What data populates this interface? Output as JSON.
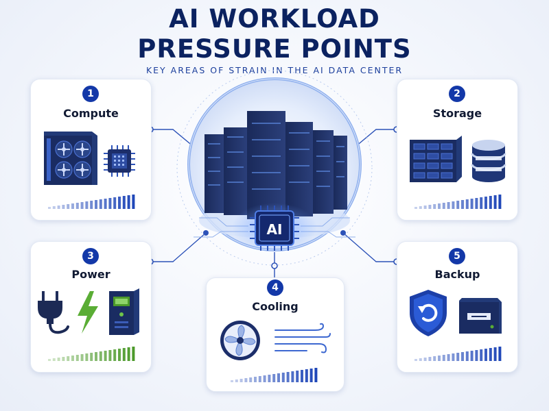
{
  "title": {
    "line1": "AI WORKLOAD",
    "line2": "PRESSURE POINTS"
  },
  "subtitle": "KEY AREAS OF STRAIN IN THE AI DATA CENTER",
  "hub": {
    "label": "AI"
  },
  "cards": [
    {
      "number": "1",
      "label": "Compute",
      "icons": [
        "gpu-server-icon",
        "processor-chip-icon"
      ],
      "meter_color": "#1f47b8"
    },
    {
      "number": "2",
      "label": "Storage",
      "icons": [
        "storage-array-icon",
        "database-icon"
      ],
      "meter_color": "#1f47b8"
    },
    {
      "number": "3",
      "label": "Power",
      "icons": [
        "power-plug-icon",
        "lightning-bolt-icon",
        "power-supply-icon"
      ],
      "meter_color": "#4c9a2a"
    },
    {
      "number": "4",
      "label": "Cooling",
      "icons": [
        "cooling-fan-icon",
        "airflow-icon"
      ],
      "meter_color": "#1f47b8"
    },
    {
      "number": "5",
      "label": "Backup",
      "icons": [
        "restore-shield-icon",
        "backup-drive-icon"
      ],
      "meter_color": "#1f47b8"
    }
  ],
  "colors": {
    "navy": "#0b2260",
    "accent": "#1338a8",
    "green": "#4c9a2a",
    "line": "#2c52b8"
  }
}
